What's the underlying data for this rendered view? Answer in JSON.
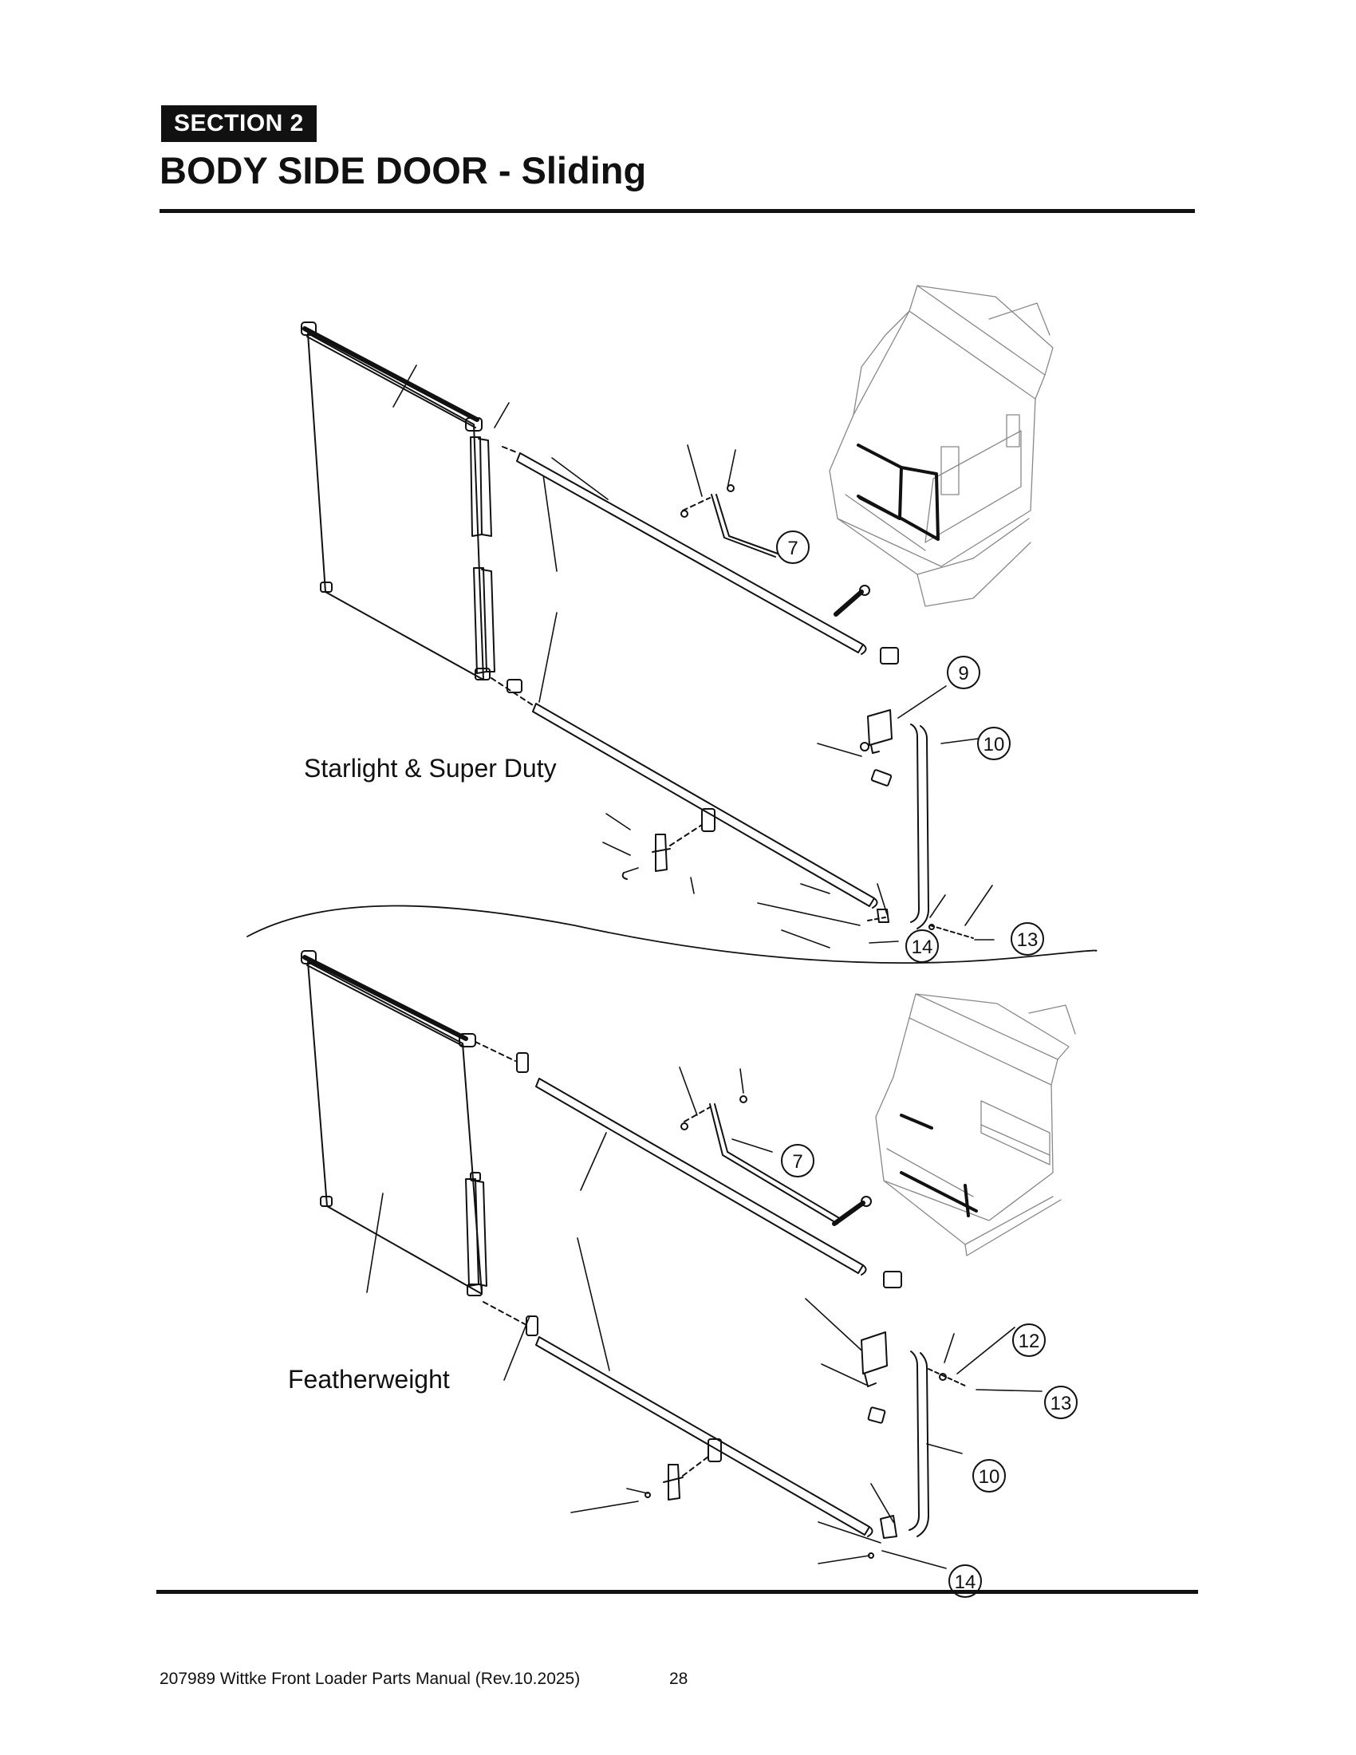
{
  "header": {
    "section_label": "SECTION  2",
    "title": "BODY SIDE DOOR - Sliding"
  },
  "diagram": {
    "variants": [
      {
        "label": "Starlight & Super Duty",
        "callouts": [
          "7",
          "9",
          "10",
          "13",
          "14"
        ]
      },
      {
        "label": "Featherweight",
        "callouts": [
          "7",
          "12",
          "13",
          "10",
          "14"
        ]
      }
    ]
  },
  "footer": {
    "document": "207989 Wittke Front Loader Parts Manual (Rev.10.2025)",
    "page_number": "28"
  }
}
